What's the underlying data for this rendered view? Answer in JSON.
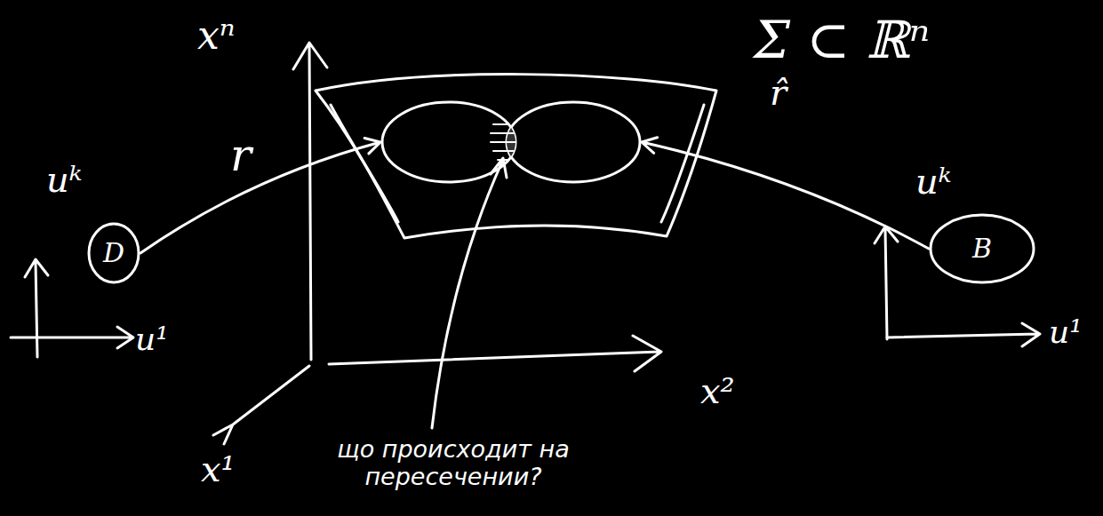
{
  "diagram": {
    "nodes": [
      {
        "text": [
          "D"
        ]
      },
      {
        "text": [
          "Σ ⊂ ℝⁿ",
          "r̂"
        ]
      },
      {
        "text": [
          "B"
        ]
      }
    ],
    "edges": [
      {
        "from": 0,
        "to": 1,
        "arrow": "to",
        "label": "r"
      },
      {
        "from": 2,
        "to": 1,
        "arrow": "to"
      }
    ],
    "labels": [
      "xⁿ",
      "uᵏ",
      "u¹",
      "uᵏ",
      "u¹",
      "x¹",
      "x²",
      "що происходит на пересечении?"
    ]
  }
}
